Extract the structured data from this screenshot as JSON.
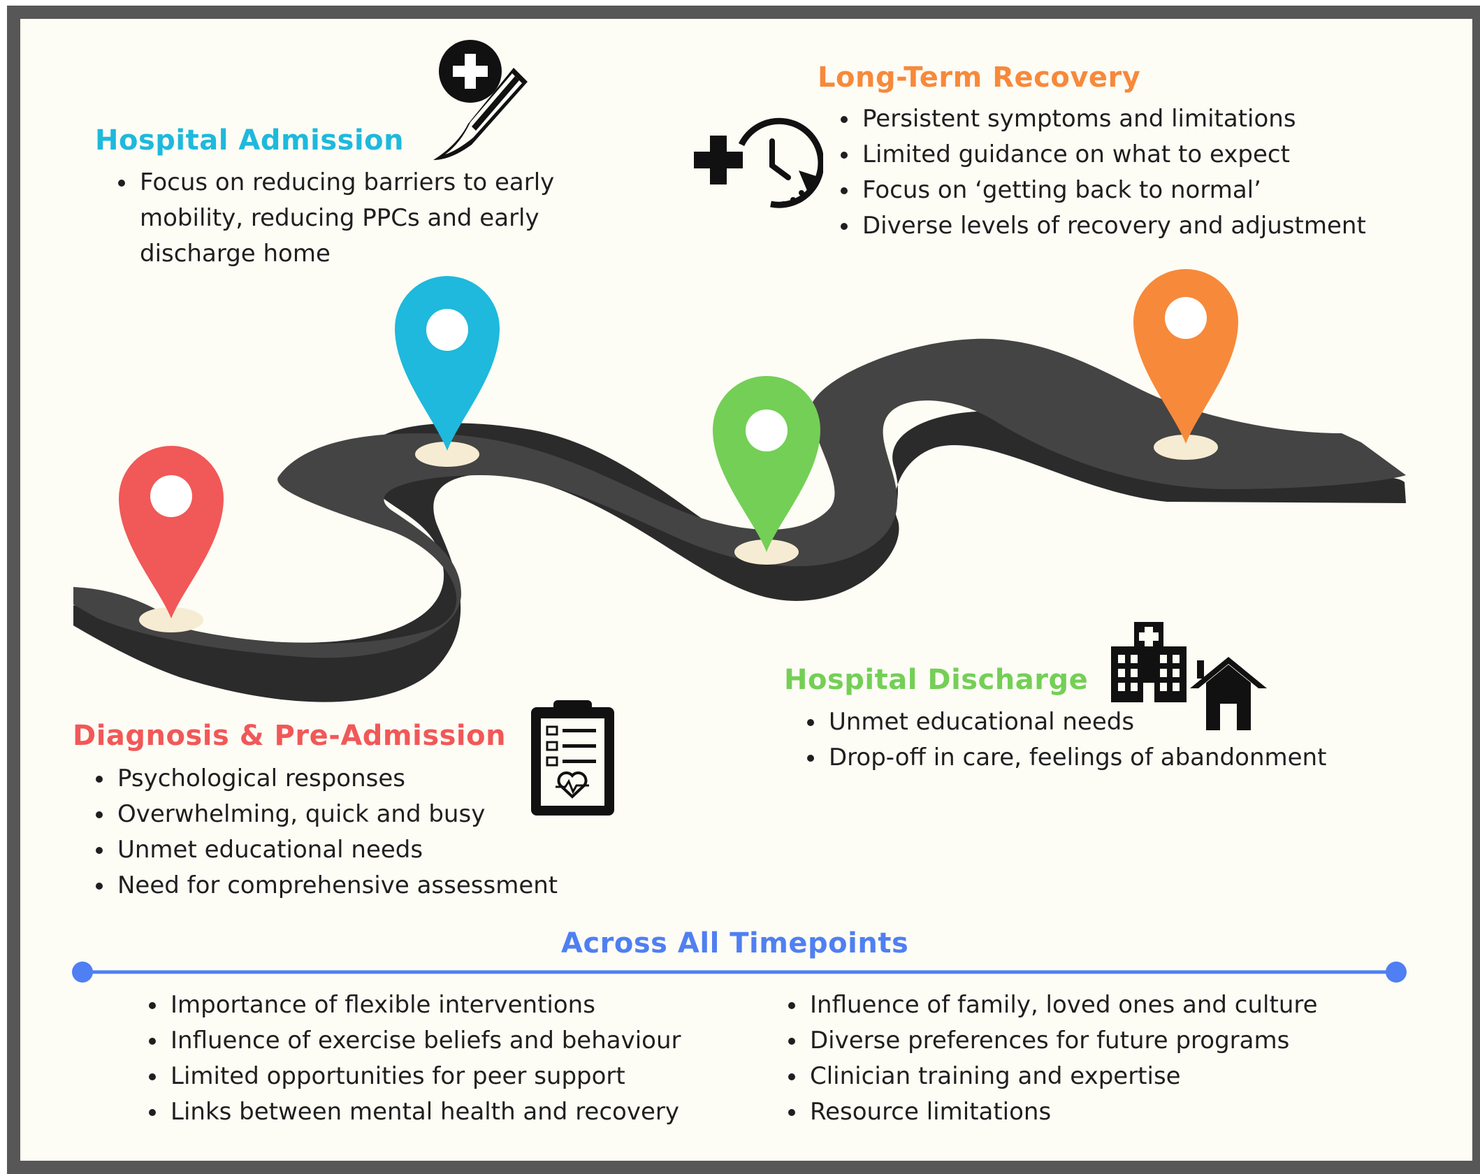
{
  "stages": {
    "admission": {
      "title": "Hospital Admission",
      "color": "#1eb9dc",
      "icon": "scalpel-medical-icon",
      "items": [
        "Focus on reducing barriers to early mobility, reducing PPCs and early discharge home"
      ]
    },
    "recovery": {
      "title": "Long-Term Recovery",
      "color": "#f7893a",
      "icon": "clock-plus-icon",
      "items": [
        "Persistent symptoms and limitations",
        "Limited guidance on what to expect",
        "Focus on ‘getting back to normal’",
        "Diverse levels of recovery and adjustment"
      ]
    },
    "diagnosis": {
      "title": "Diagnosis & Pre-Admission",
      "color": "#f15858",
      "icon": "clipboard-heart-icon",
      "items": [
        "Psychological responses",
        "Overwhelming, quick and busy",
        "Unmet educational needs",
        "Need for comprehensive assessment"
      ]
    },
    "discharge": {
      "title": "Hospital Discharge",
      "color": "#74cf56",
      "icon": "hospital-home-icon",
      "items": [
        "Unmet educational needs",
        "Drop-off in care, feelings of abandonment"
      ]
    }
  },
  "timeline": {
    "title": "Across All Timepoints",
    "color": "#4f7ff2",
    "left_items": [
      "Importance of flexible interventions",
      "Influence of exercise beliefs and behaviour",
      "Limited opportunities for peer support",
      "Links between mental health and recovery"
    ],
    "right_items": [
      "Influence of family, loved ones and culture",
      "Diverse preferences for future programs",
      "Clinician training and expertise",
      "Resource limitations"
    ]
  },
  "colors": {
    "road": "#444444",
    "road_side": "#2b2b2b",
    "pin_base": "#f6ecd3",
    "frame": "#575757",
    "background": "#fdfcf5"
  }
}
